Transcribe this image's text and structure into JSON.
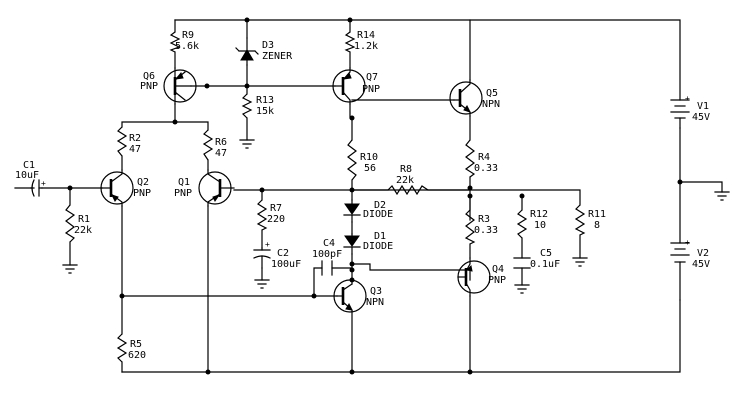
{
  "components": {
    "C1": {
      "ref": "C1",
      "value": "10uF"
    },
    "R1": {
      "ref": "R1",
      "value": "22k"
    },
    "Q2": {
      "ref": "Q2",
      "value": "PNP"
    },
    "R2": {
      "ref": "R2",
      "value": "47"
    },
    "Q6": {
      "ref": "Q6",
      "value": "PNP"
    },
    "R9": {
      "ref": "R9",
      "value": "5.6k"
    },
    "D3": {
      "ref": "D3",
      "value": "ZENER"
    },
    "R13": {
      "ref": "R13",
      "value": "15k"
    },
    "R14": {
      "ref": "R14",
      "value": "1.2k"
    },
    "Q7": {
      "ref": "Q7",
      "value": "PNP"
    },
    "Q5": {
      "ref": "Q5",
      "value": "NPN"
    },
    "R6": {
      "ref": "R6",
      "value": "47"
    },
    "Q1": {
      "ref": "Q1",
      "value": "PNP"
    },
    "R10": {
      "ref": "R10",
      "value": "56"
    },
    "R4": {
      "ref": "R4",
      "value": "0.33"
    },
    "R8": {
      "ref": "R8",
      "value": "22k"
    },
    "R7": {
      "ref": "R7",
      "value": "220"
    },
    "C2": {
      "ref": "C2",
      "value": "100uF"
    },
    "D2": {
      "ref": "D2",
      "value": "DIODE"
    },
    "D1": {
      "ref": "D1",
      "value": "DIODE"
    },
    "C4": {
      "ref": "C4",
      "value": "100pF"
    },
    "R3": {
      "ref": "R3",
      "value": "0.33"
    },
    "R12": {
      "ref": "R12",
      "value": "10"
    },
    "R11": {
      "ref": "R11",
      "value": "8"
    },
    "C5": {
      "ref": "C5",
      "value": "0.1uF"
    },
    "Q4": {
      "ref": "Q4",
      "value": "PNP"
    },
    "Q3": {
      "ref": "Q3",
      "value": "NPN"
    },
    "R5": {
      "ref": "R5",
      "value": "620"
    },
    "V1": {
      "ref": "V1",
      "value": "45V"
    },
    "V2": {
      "ref": "V2",
      "value": "45V"
    }
  },
  "plus_sign": "+"
}
